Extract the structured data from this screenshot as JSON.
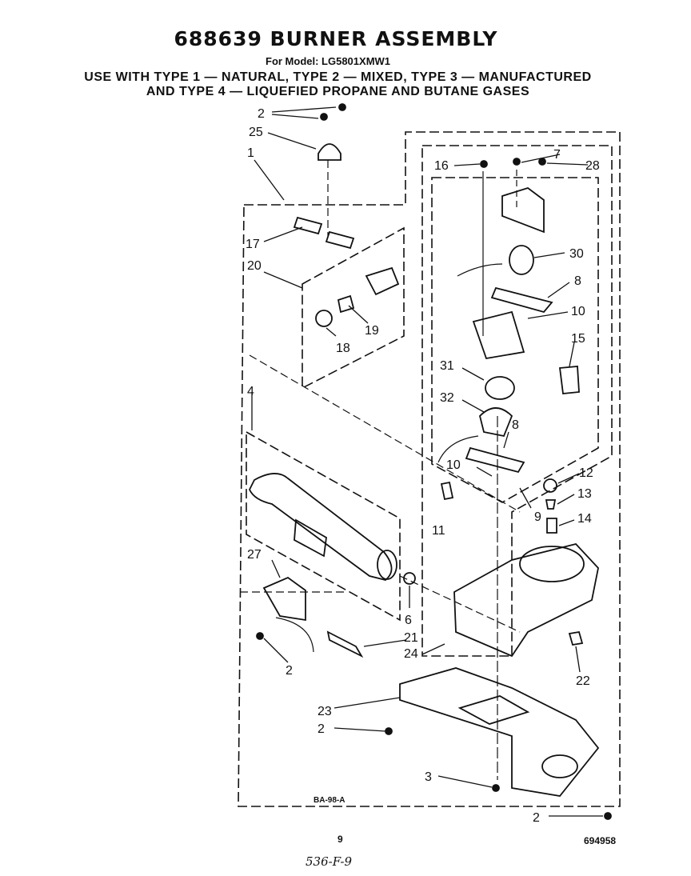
{
  "header": {
    "title": "688639 BURNER ASSEMBLY",
    "model": "For Model: LG5801XMW1",
    "subtitle_line1": "USE WITH TYPE 1 — NATURAL, TYPE 2 — MIXED, TYPE 3 — MANUFACTURED",
    "subtitle_line2": "AND TYPE 4 — LIQUEFIED PROPANE AND BUTANE GASES"
  },
  "callouts": {
    "c1": "1",
    "c2a": "2",
    "c2b": "2",
    "c2c": "2",
    "c2d": "2",
    "c3": "3",
    "c4": "4",
    "c6": "6",
    "c7": "7",
    "c8a": "8",
    "c8b": "8",
    "c9": "9",
    "c10a": "10",
    "c10b": "10",
    "c11": "11",
    "c12": "12",
    "c13": "13",
    "c14": "14",
    "c15": "15",
    "c16": "16",
    "c17": "17",
    "c18": "18",
    "c19": "19",
    "c20": "20",
    "c21": "21",
    "c22": "22",
    "c23": "23",
    "c24": "24",
    "c25": "25",
    "c27": "27",
    "c28": "28",
    "c30": "30",
    "c31": "31",
    "c32": "32"
  },
  "drawing_code": "BA-98-A",
  "footer": {
    "page": "9",
    "doc_number": "694958",
    "handwritten": "536-F-9"
  }
}
